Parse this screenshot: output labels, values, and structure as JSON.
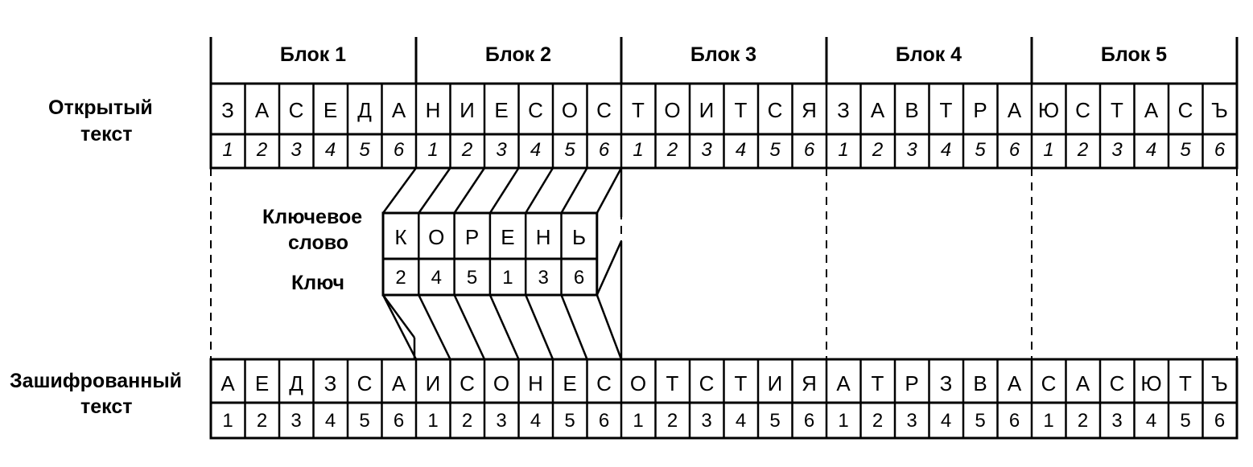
{
  "blocks": [
    "Блок 1",
    "Блок 2",
    "Блок 3",
    "Блок 4",
    "Блок 5"
  ],
  "plaintext": {
    "label_line1": "Открытый",
    "label_line2": "текст",
    "letters": [
      "З",
      "А",
      "С",
      "Е",
      "Д",
      "А",
      "Н",
      "И",
      "Е",
      "С",
      "О",
      "С",
      "Т",
      "О",
      "И",
      "Т",
      "С",
      "Я",
      "З",
      "А",
      "В",
      "Т",
      "Р",
      "А",
      "Ю",
      "С",
      "Т",
      "А",
      "С",
      "Ъ"
    ],
    "numbers": [
      "1",
      "2",
      "3",
      "4",
      "5",
      "6",
      "1",
      "2",
      "3",
      "4",
      "5",
      "6",
      "1",
      "2",
      "3",
      "4",
      "5",
      "6",
      "1",
      "2",
      "3",
      "4",
      "5",
      "6",
      "1",
      "2",
      "3",
      "4",
      "5",
      "6"
    ]
  },
  "key": {
    "keyword_label_line1": "Ключевое",
    "keyword_label_line2": "слово",
    "key_label": "Ключ",
    "keyword_letters": [
      "К",
      "О",
      "Р",
      "Е",
      "Н",
      "Ь"
    ],
    "key_numbers": [
      "2",
      "4",
      "5",
      "1",
      "3",
      "6"
    ]
  },
  "ciphertext": {
    "label_line1": "Зашифрованный",
    "label_line2": "текст",
    "letters": [
      "А",
      "Е",
      "Д",
      "З",
      "С",
      "А",
      "И",
      "С",
      "О",
      "Н",
      "Е",
      "С",
      "О",
      "Т",
      "С",
      "Т",
      "И",
      "Я",
      "А",
      "Т",
      "Р",
      "З",
      "В",
      "А",
      "С",
      "А",
      "С",
      "Ю",
      "Т",
      "Ъ"
    ],
    "numbers": [
      "1",
      "2",
      "3",
      "4",
      "5",
      "6",
      "1",
      "2",
      "3",
      "4",
      "5",
      "6",
      "1",
      "2",
      "3",
      "4",
      "5",
      "6",
      "1",
      "2",
      "3",
      "4",
      "5",
      "6",
      "1",
      "2",
      "3",
      "4",
      "5",
      "6"
    ]
  }
}
